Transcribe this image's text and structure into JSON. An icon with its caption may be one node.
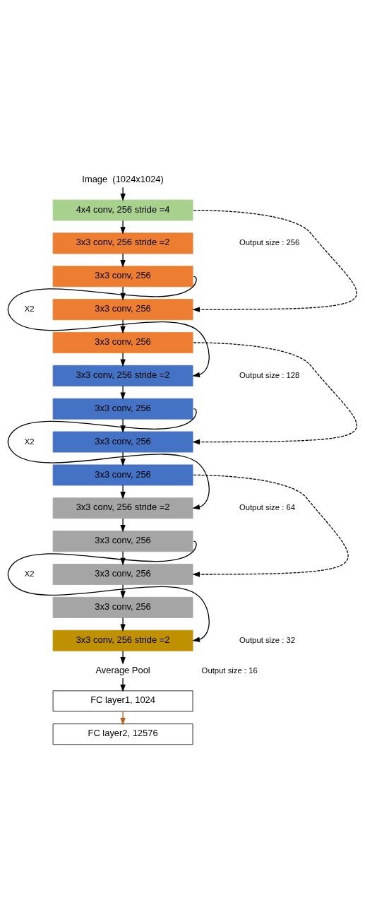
{
  "diagram": {
    "nodes": [
      {
        "text": [
          "Image  (1024x1024)"
        ]
      },
      {
        "text": [
          "4x4 conv, 256 stride =4"
        ]
      },
      {
        "text": [
          "3x3 conv, 256 stride =2"
        ]
      },
      {
        "text": [
          "3x3 conv, 256"
        ]
      },
      {
        "text": [
          "3x3 conv, 256"
        ]
      },
      {
        "text": [
          "3x3 conv, 256"
        ]
      },
      {
        "text": [
          "3x3 conv, 256 stride =2"
        ]
      },
      {
        "text": [
          "3x3 conv, 256"
        ]
      },
      {
        "text": [
          "3x3 conv, 256"
        ]
      },
      {
        "text": [
          "3x3 conv, 256"
        ]
      },
      {
        "text": [
          "3x3 conv, 256 stride =2"
        ]
      },
      {
        "text": [
          "3x3 conv, 256"
        ]
      },
      {
        "text": [
          "3x3 conv, 256"
        ]
      },
      {
        "text": [
          "3x3 conv, 256"
        ]
      },
      {
        "text": [
          "3x3 conv, 256 stride =2"
        ]
      },
      {
        "text": [
          "Average Pool"
        ]
      },
      {
        "text": [
          "FC layer1, 1024"
        ]
      },
      {
        "text": [
          "FC layer2, 12576"
        ]
      }
    ],
    "edges": [
      {
        "from": 0,
        "to": 1,
        "arrow": "to"
      },
      {
        "from": 1,
        "to": 2,
        "arrow": "to"
      },
      {
        "from": 2,
        "to": 3,
        "arrow": "to"
      },
      {
        "from": 3,
        "to": 4,
        "arrow": "to"
      },
      {
        "from": 4,
        "to": 5,
        "arrow": "to"
      },
      {
        "from": 5,
        "to": 6,
        "arrow": "to"
      },
      {
        "from": 6,
        "to": 7,
        "arrow": "to"
      },
      {
        "from": 7,
        "to": 8,
        "arrow": "to"
      },
      {
        "from": 8,
        "to": 9,
        "arrow": "to"
      },
      {
        "from": 9,
        "to": 10,
        "arrow": "to"
      },
      {
        "from": 10,
        "to": 11,
        "arrow": "to"
      },
      {
        "from": 11,
        "to": 12,
        "arrow": "to"
      },
      {
        "from": 12,
        "to": 13,
        "arrow": "to"
      },
      {
        "from": 13,
        "to": 14,
        "arrow": "to"
      },
      {
        "from": 14,
        "to": 15,
        "arrow": "to"
      },
      {
        "from": 15,
        "to": 16,
        "arrow": "to"
      },
      {
        "from": 16,
        "to": 17,
        "arrow": "to",
        "color": "#c55a11"
      },
      {
        "from": 1,
        "to": 4,
        "arrow": "to",
        "style": "dashed"
      },
      {
        "from": 3,
        "to": 6,
        "arrow": "to"
      },
      {
        "from": 5,
        "to": 8,
        "arrow": "to",
        "style": "dashed"
      },
      {
        "from": 7,
        "to": 10,
        "arrow": "to"
      },
      {
        "from": 9,
        "to": 12,
        "arrow": "to",
        "style": "dashed"
      },
      {
        "from": 11,
        "to": 14,
        "arrow": "to"
      }
    ],
    "labels": [
      "Output size : 256",
      "X2",
      "Output size : 128",
      "X2",
      "Output size : 64",
      "X2",
      "Output size : 32",
      "Output size : 16"
    ]
  }
}
